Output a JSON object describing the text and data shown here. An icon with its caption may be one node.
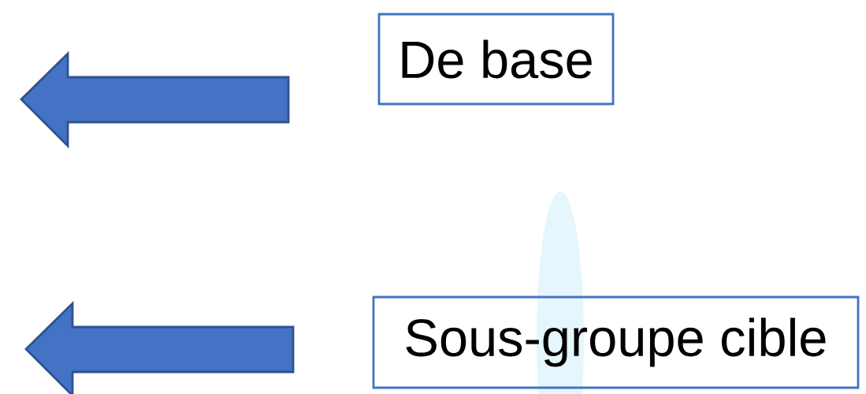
{
  "diagram": {
    "nodes": [
      {
        "text": [
          "De base"
        ]
      },
      {
        "text": [
          "Sous-groupe cible"
        ]
      },
      {
        "text": [],
        "shape": "ellipse"
      }
    ]
  }
}
